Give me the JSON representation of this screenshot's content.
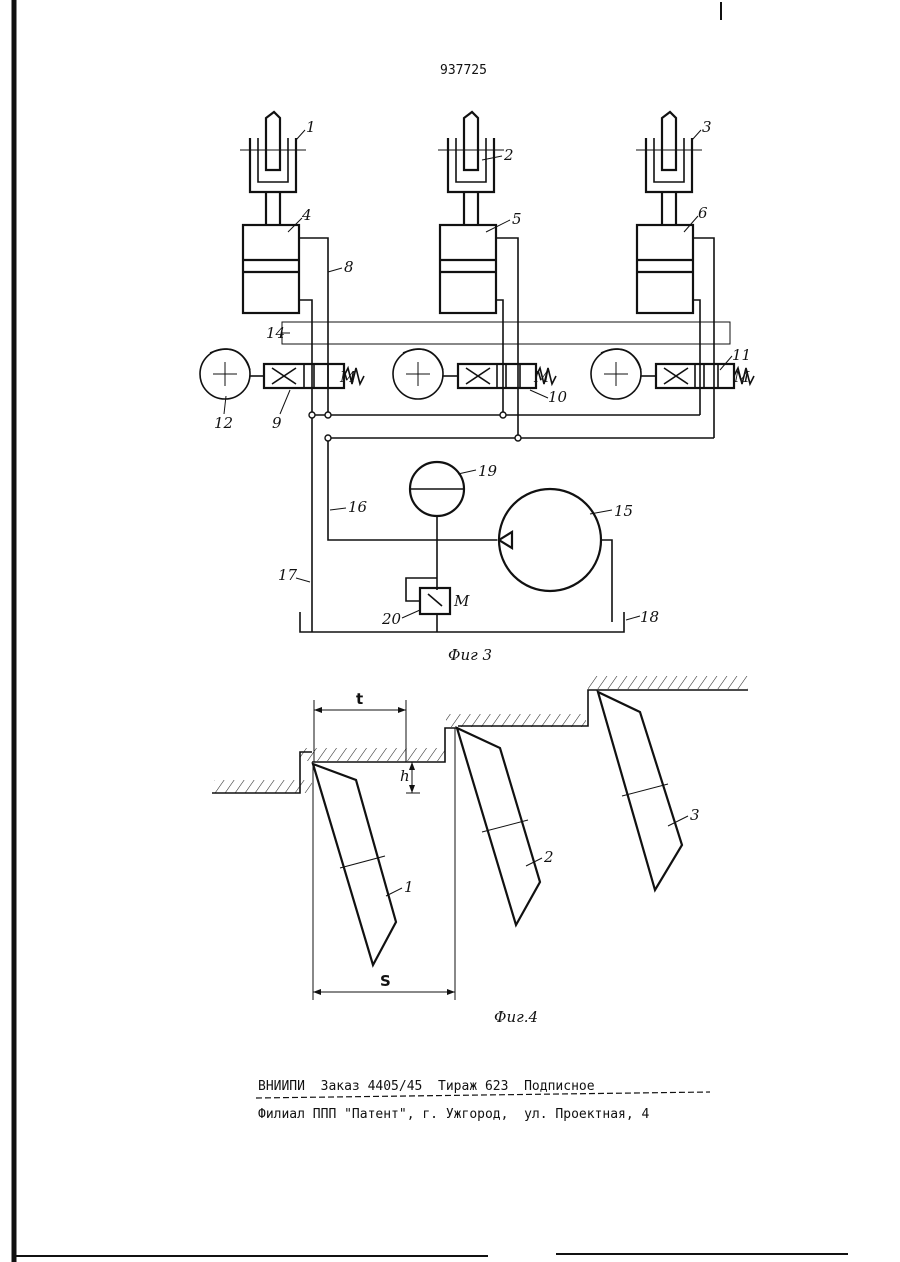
{
  "header": {
    "patent_number": "937725"
  },
  "fig3": {
    "caption": "Фиг 3",
    "labels": {
      "l1": "1",
      "l2": "2",
      "l3": "3",
      "l4": "4",
      "l5": "5",
      "l6": "6",
      "l8": "8",
      "l9": "9",
      "l10": "10",
      "l11": "11",
      "l12": "12",
      "l14": "14",
      "l15": "15",
      "l16": "16",
      "l17": "17",
      "l18": "18",
      "l19": "19",
      "l20": "20",
      "m": "M"
    }
  },
  "fig4": {
    "caption": "Фиг.4",
    "dim_t": "t",
    "dim_s": "S",
    "dim_h": "h",
    "labels": {
      "c1": "1",
      "c2": "2",
      "c3": "3"
    }
  },
  "footer": {
    "line1": "ВНИИПИ  Заказ 4405/45  Тираж 623  Подписное",
    "line2": "Филиал ППП \"Патент\", г. Ужгород,  ул. Проектная, 4"
  }
}
